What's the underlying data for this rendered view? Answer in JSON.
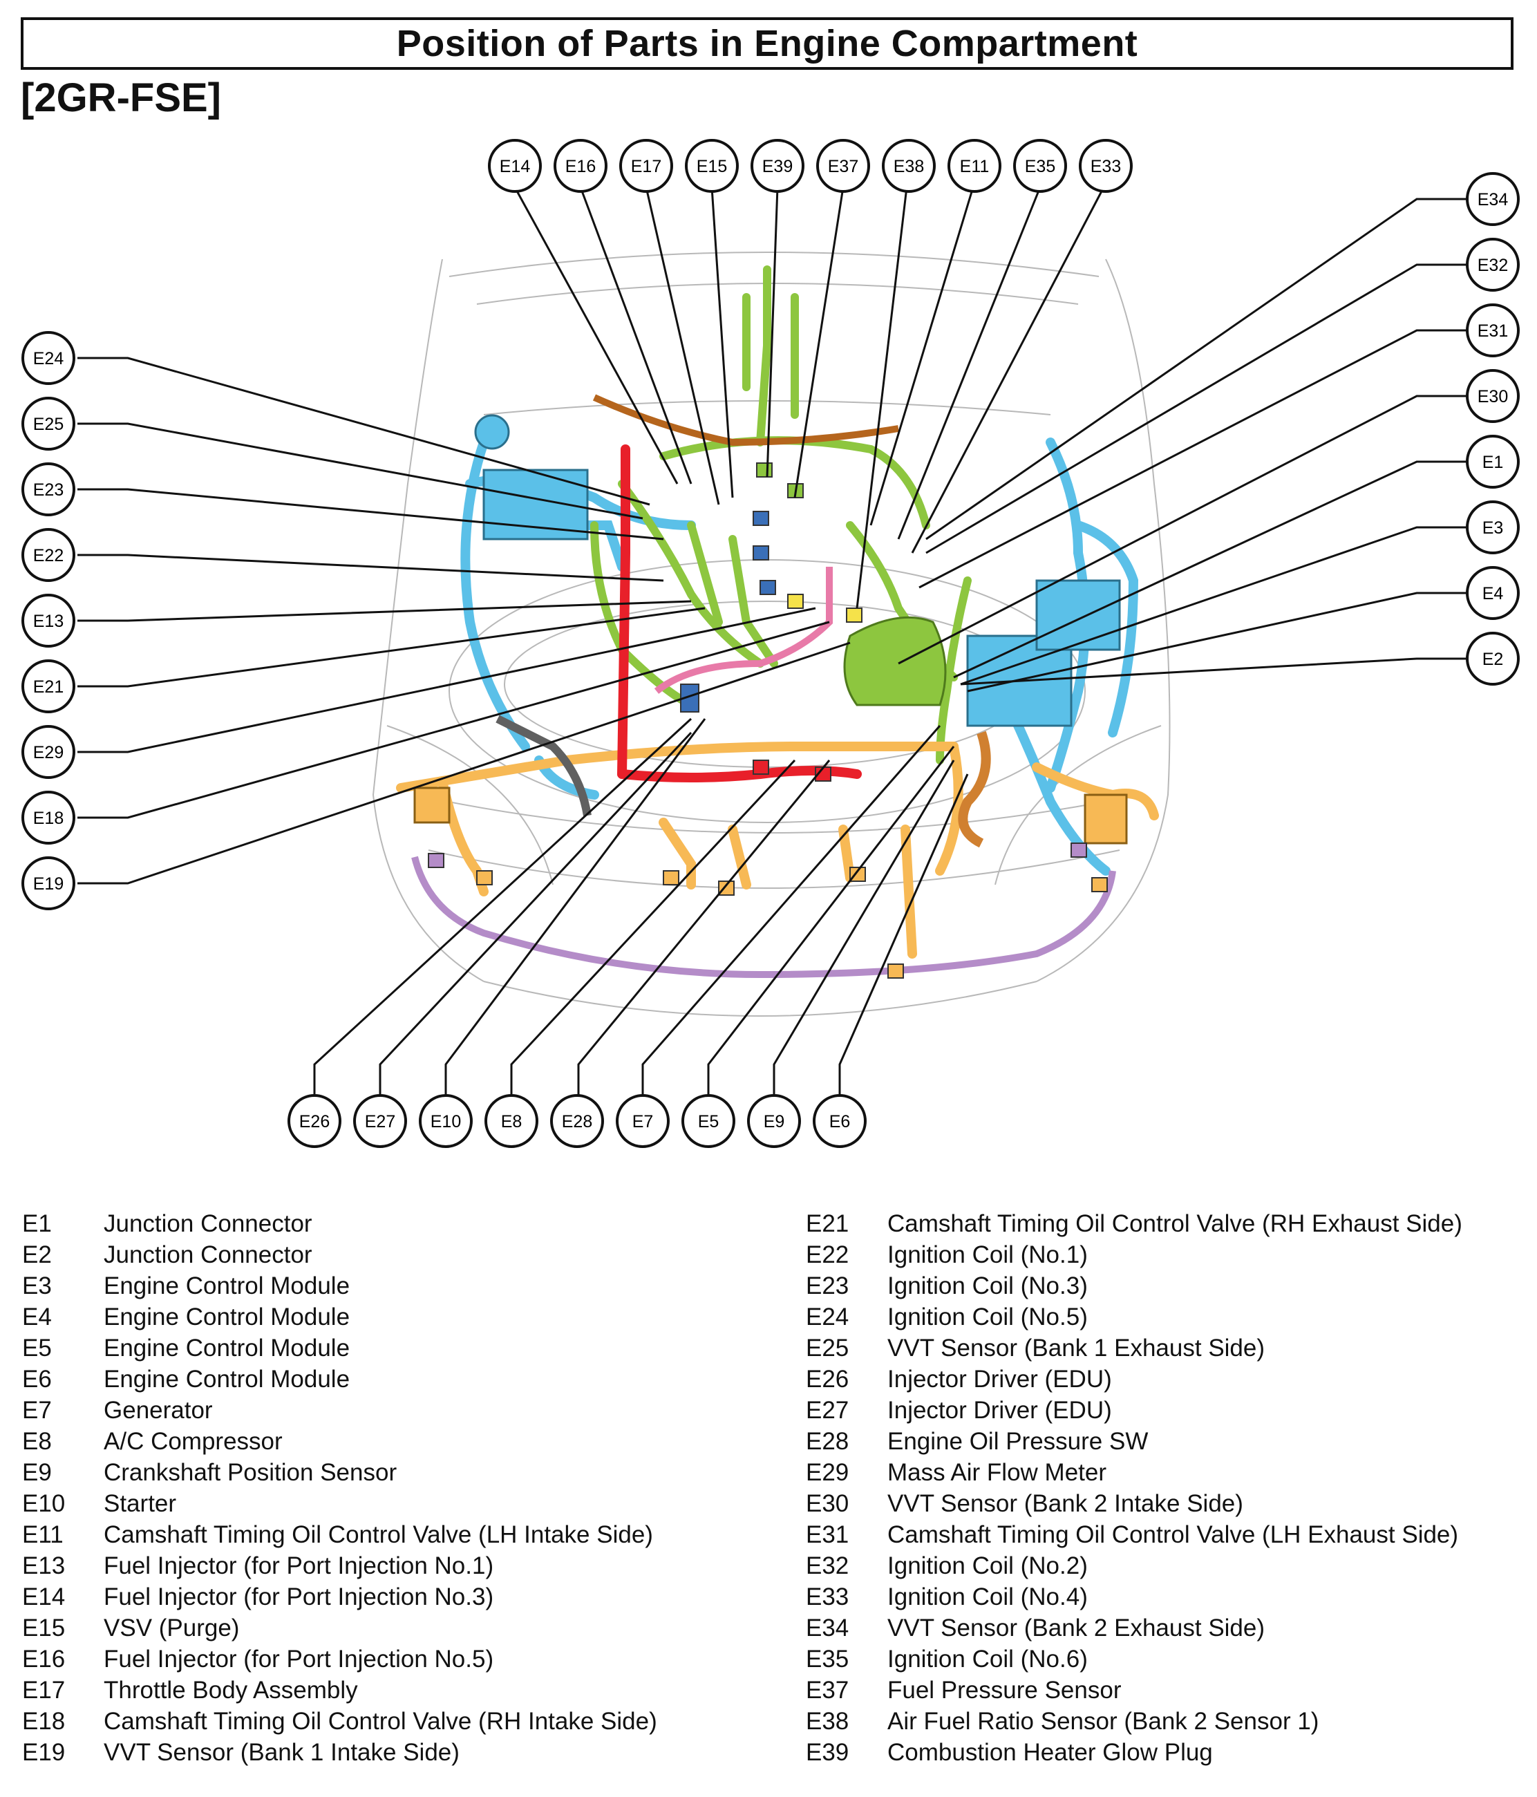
{
  "title": "Position of Parts in Engine Compartment",
  "subtitle": "[2GR-FSE]",
  "callouts": {
    "top": [
      "E14",
      "E16",
      "E17",
      "E15",
      "E39",
      "E37",
      "E38",
      "E11",
      "E35",
      "E33"
    ],
    "right": [
      "E34",
      "E32",
      "E31",
      "E30",
      "E1",
      "E3",
      "E4",
      "E2"
    ],
    "left": [
      "E24",
      "E25",
      "E23",
      "E22",
      "E13",
      "E21",
      "E29",
      "E18",
      "E19"
    ],
    "bottom": [
      "E26",
      "E27",
      "E10",
      "E8",
      "E28",
      "E7",
      "E5",
      "E9",
      "E6"
    ]
  },
  "legend_left": [
    {
      "code": "E1",
      "name": "Junction Connector"
    },
    {
      "code": "E2",
      "name": "Junction Connector"
    },
    {
      "code": "E3",
      "name": "Engine Control Module"
    },
    {
      "code": "E4",
      "name": "Engine Control Module"
    },
    {
      "code": "E5",
      "name": "Engine Control Module"
    },
    {
      "code": "E6",
      "name": "Engine Control Module"
    },
    {
      "code": "E7",
      "name": "Generator"
    },
    {
      "code": "E8",
      "name": "A/C Compressor"
    },
    {
      "code": "E9",
      "name": "Crankshaft Position Sensor"
    },
    {
      "code": "E10",
      "name": "Starter"
    },
    {
      "code": "E11",
      "name": "Camshaft Timing Oil Control Valve (LH Intake Side)"
    },
    {
      "code": "E13",
      "name": "Fuel Injector (for Port Injection No.1)"
    },
    {
      "code": "E14",
      "name": "Fuel Injector (for Port Injection No.3)"
    },
    {
      "code": "E15",
      "name": "VSV (Purge)"
    },
    {
      "code": "E16",
      "name": "Fuel Injector (for Port Injection No.5)"
    },
    {
      "code": "E17",
      "name": "Throttle Body Assembly"
    },
    {
      "code": "E18",
      "name": "Camshaft Timing Oil Control Valve (RH Intake Side)"
    },
    {
      "code": "E19",
      "name": "VVT Sensor (Bank 1 Intake Side)"
    }
  ],
  "legend_right": [
    {
      "code": "E21",
      "name": "Camshaft Timing Oil Control Valve (RH Exhaust Side)"
    },
    {
      "code": "E22",
      "name": "Ignition Coil (No.1)"
    },
    {
      "code": "E23",
      "name": "Ignition Coil (No.3)"
    },
    {
      "code": "E24",
      "name": "Ignition Coil (No.5)"
    },
    {
      "code": "E25",
      "name": "VVT Sensor (Bank 1 Exhaust Side)"
    },
    {
      "code": "E26",
      "name": "Injector Driver (EDU)"
    },
    {
      "code": "E27",
      "name": "Injector Driver (EDU)"
    },
    {
      "code": "E28",
      "name": "Engine Oil Pressure SW"
    },
    {
      "code": "E29",
      "name": "Mass Air Flow Meter"
    },
    {
      "code": "E30",
      "name": "VVT Sensor (Bank 2 Intake Side)"
    },
    {
      "code": "E31",
      "name": "Camshaft Timing Oil Control Valve (LH Exhaust Side)"
    },
    {
      "code": "E32",
      "name": "Ignition Coil (No.2)"
    },
    {
      "code": "E33",
      "name": "Ignition Coil (No.4)"
    },
    {
      "code": "E34",
      "name": "VVT Sensor (Bank 2 Exhaust Side)"
    },
    {
      "code": "E35",
      "name": "Ignition Coil (No.6)"
    },
    {
      "code": "E37",
      "name": "Fuel Pressure Sensor"
    },
    {
      "code": "E38",
      "name": "Air Fuel Ratio Sensor (Bank 2 Sensor 1)"
    },
    {
      "code": "E39",
      "name": "Combustion Heater Glow Plug"
    }
  ],
  "colors": {
    "harness_green": "#8dc63f",
    "harness_blue": "#5bc0e8",
    "harness_orange": "#f7b955",
    "harness_red": "#e8202a",
    "harness_brown": "#b5651d",
    "harness_purple": "#b48cc8",
    "harness_pink": "#e87aa8",
    "harness_gray": "#606060",
    "outline": "#111111"
  }
}
